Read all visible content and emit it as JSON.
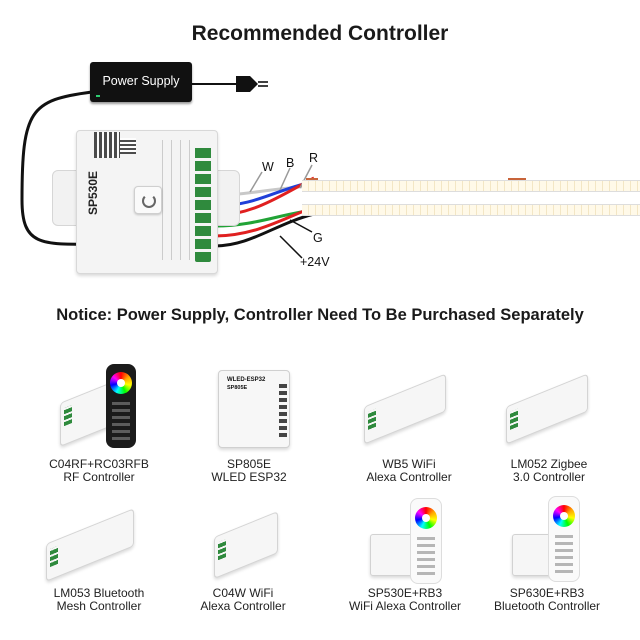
{
  "title": "Recommended Controller",
  "notice": "Notice: Power Supply, Controller Need To Be Purchased Separately",
  "diagram": {
    "power_supply_label": "Power Supply",
    "controller_model": "SP530E",
    "wire_labels": {
      "w": "W",
      "b": "B",
      "r": "R",
      "g": "G",
      "plus24": "+24V"
    },
    "wire_colors": {
      "white": "#cccccc",
      "blue": "#1f3fd8",
      "red": "#e02020",
      "green": "#21a336",
      "black": "#111111"
    }
  },
  "products": [
    {
      "line1": "C04RF+RC03RFB",
      "line2": "RF Controller"
    },
    {
      "line1": "SP805E",
      "line2": "WLED ESP32"
    },
    {
      "line1": "WB5 WiFi",
      "line2": "Alexa Controller"
    },
    {
      "line1": "LM052 Zigbee",
      "line2": "3.0 Controller"
    },
    {
      "line1": "LM053 Bluetooth",
      "line2": "Mesh Controller"
    },
    {
      "line1": "C04W WiFi",
      "line2": "Alexa Controller"
    },
    {
      "line1": "SP530E+RB3",
      "line2": "WiFi Alexa Controller"
    },
    {
      "line1": "SP630E+RB3",
      "line2": "Bluetooth Controller"
    }
  ],
  "product_labels_on_device": {
    "sp805e_top": "WLED-ESP32",
    "sp805e_sub": "SP805E"
  }
}
